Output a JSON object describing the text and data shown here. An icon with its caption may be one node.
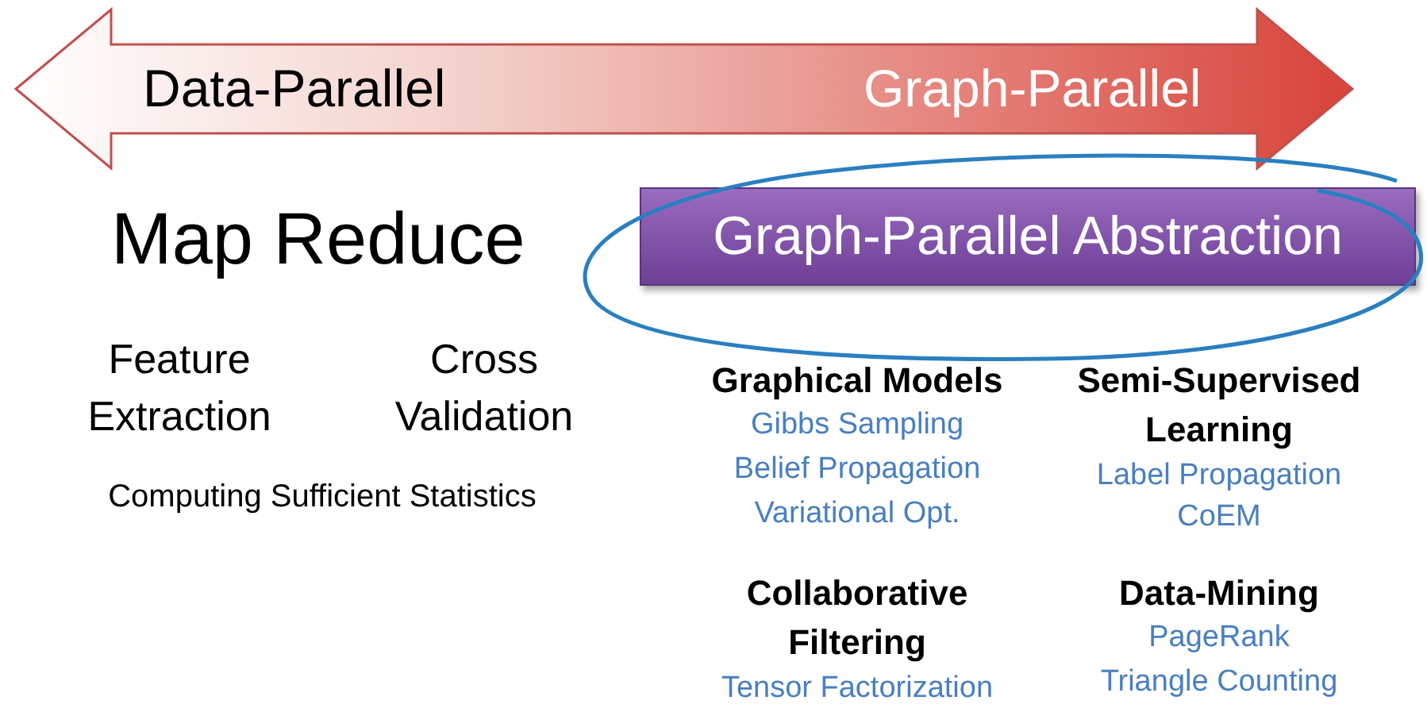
{
  "diagram": {
    "nodes": [
      {
        "text": [
          "Data-Parallel",
          "Graph-Parallel"
        ]
      },
      {
        "text": [
          "Map Reduce"
        ]
      },
      {
        "text": [
          "Graph-Parallel Abstraction"
        ]
      }
    ],
    "labels": [
      "Feature Extraction",
      "Cross Validation",
      "Computing Sufficient Statistics",
      "Graphical Models",
      "Gibbs Sampling",
      "Belief Propagation",
      "Variational Opt.",
      "Semi-Supervised Learning",
      "Label Propagation",
      "CoEM",
      "Collaborative Filtering",
      "Tensor Factorization",
      "Data-Mining",
      "PageRank",
      "Triangle Counting"
    ]
  }
}
